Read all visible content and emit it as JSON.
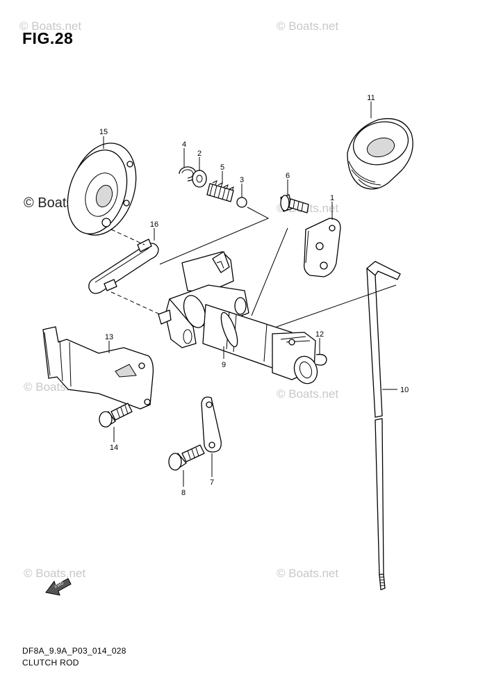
{
  "figure": {
    "title": "FIG.28"
  },
  "footer": {
    "code": "DF8A_9.9A_P03_014_028",
    "name": "CLUTCH ROD"
  },
  "watermark": {
    "text": "© Boats.net"
  },
  "fwd_marker": {
    "text": "FWD"
  },
  "callouts": [
    {
      "id": "1",
      "label": "1"
    },
    {
      "id": "2",
      "label": "2"
    },
    {
      "id": "3",
      "label": "3"
    },
    {
      "id": "4",
      "label": "4"
    },
    {
      "id": "5",
      "label": "5"
    },
    {
      "id": "6",
      "label": "6"
    },
    {
      "id": "7",
      "label": "7"
    },
    {
      "id": "8",
      "label": "8"
    },
    {
      "id": "9",
      "label": "9"
    },
    {
      "id": "10",
      "label": "10"
    },
    {
      "id": "11",
      "label": "11"
    },
    {
      "id": "12",
      "label": "12"
    },
    {
      "id": "13",
      "label": "13"
    },
    {
      "id": "14",
      "label": "14"
    },
    {
      "id": "15",
      "label": "15"
    },
    {
      "id": "16",
      "label": "16"
    }
  ],
  "colors": {
    "line": "#000000",
    "watermark": "#c8c8c8",
    "background": "#ffffff"
  }
}
